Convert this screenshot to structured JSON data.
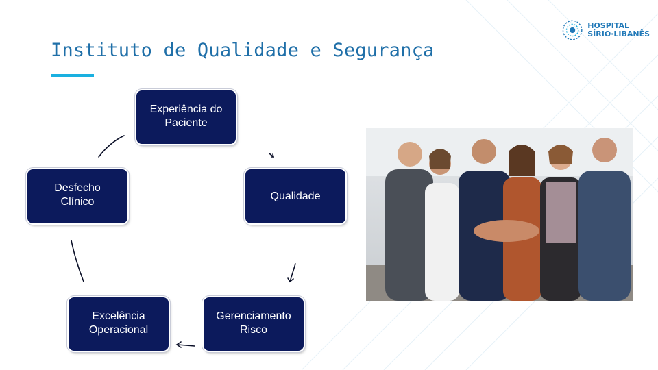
{
  "slide": {
    "title": "Instituto de Qualidade e Segurança",
    "accent_color": "#1ab0e0",
    "title_color": "#1f6fa8"
  },
  "logo": {
    "line1": "HOSPITAL",
    "line2": "SÍRIO·LIBANÊS",
    "icon": "hospital-emblem-icon",
    "color": "#2179b8"
  },
  "cycle": {
    "box_color": "#0c1a5c",
    "nodes": [
      {
        "id": "experiencia",
        "lines": [
          "Experiência do",
          "Paciente"
        ]
      },
      {
        "id": "qualidade",
        "lines": [
          "Qualidade"
        ]
      },
      {
        "id": "gerenciamento",
        "lines": [
          "Gerenciamento",
          "Risco"
        ]
      },
      {
        "id": "excelencia",
        "lines": [
          "Excelência",
          "Operacional"
        ]
      },
      {
        "id": "desfecho",
        "lines": [
          "Desfecho",
          "Clínico"
        ]
      }
    ]
  },
  "photo": {
    "alt_icon": "team-photo-icon"
  }
}
